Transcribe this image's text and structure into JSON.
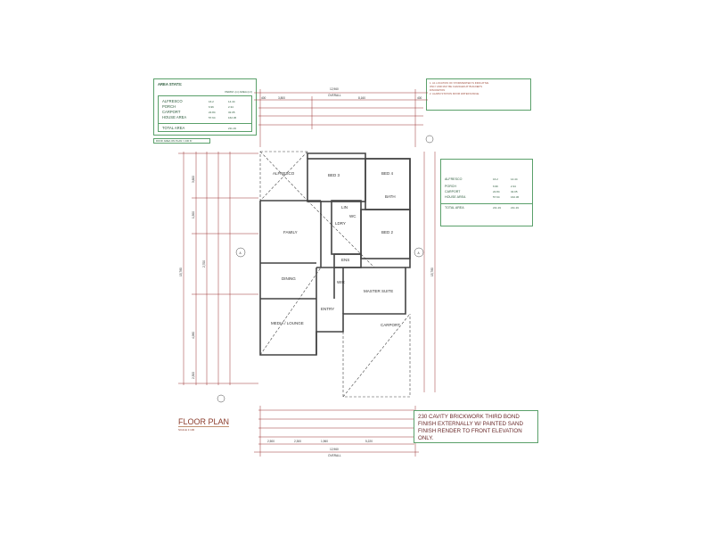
{
  "area_stats": {
    "title": "AREA STATS:",
    "header": "PERIM. (m)  AREA (m²)",
    "rows": [
      {
        "label": "ALFRESCO",
        "perim": "16.2",
        "area": "14.44"
      },
      {
        "label": "PORCH",
        "perim": "6.96",
        "area": "2.34"
      },
      {
        "label": "CARPORT",
        "perim": "22.84",
        "area": "32.05"
      },
      {
        "label": "HOUSE AREA",
        "perim": "57.64",
        "area": "162.36"
      }
    ],
    "total_label": "TOTAL AREA",
    "total_area": "211.19",
    "roof_note": "ROOF AREA ON PLAN = 230 ft²"
  },
  "notes": [
    "1. A1 LOCATION OF STORMWATER IS INDICATIVE",
    "ONLY AND MAY BE CHANGED AT BUILDER'S",
    "DISCRETION",
    "2. ALARM STATION FROM WATER RANGE"
  ],
  "rooms": {
    "alfresco": "ALFRESCO",
    "bed3": "BED 3",
    "bed4": "BED 4",
    "family": "FAMILY",
    "bed2": "BED 2",
    "dining": "DINING",
    "ens": "ENS",
    "wir": "WIR",
    "master": "MASTER SUITE",
    "entry": "ENTRY",
    "media": "MEDIA / LOUNGE",
    "carport": "CARPORT",
    "lin": "LIN",
    "ldry": "LDRY",
    "wc": "WC",
    "bath": "BATH"
  },
  "dimensions": {
    "overall_width": "12,960",
    "overall_label": "OVERALL",
    "top_segments": [
      "400",
      "3,800",
      "8,160",
      "400"
    ],
    "overall_depth": "15,780",
    "left_segments": [
      "3,600",
      "1,500",
      "2,700",
      "4,980",
      "2,300"
    ],
    "bottom_segments": [
      "2,500",
      "2,300",
      "1,960",
      "5,220"
    ]
  },
  "callout_a": "A",
  "brick_note": "230 CAVITY BRICKWORK THIRD BOND FINISH EXTERNALLY W/ PAINTED SAND FINISH RENDER TO FRONT ELEVATION ONLY.",
  "title": "FLOOR PLAN",
  "scale": "SCALE 1:100",
  "colors": {
    "walls": "#444444",
    "dims": "#9a3030",
    "boxes": "#5aa06a"
  }
}
